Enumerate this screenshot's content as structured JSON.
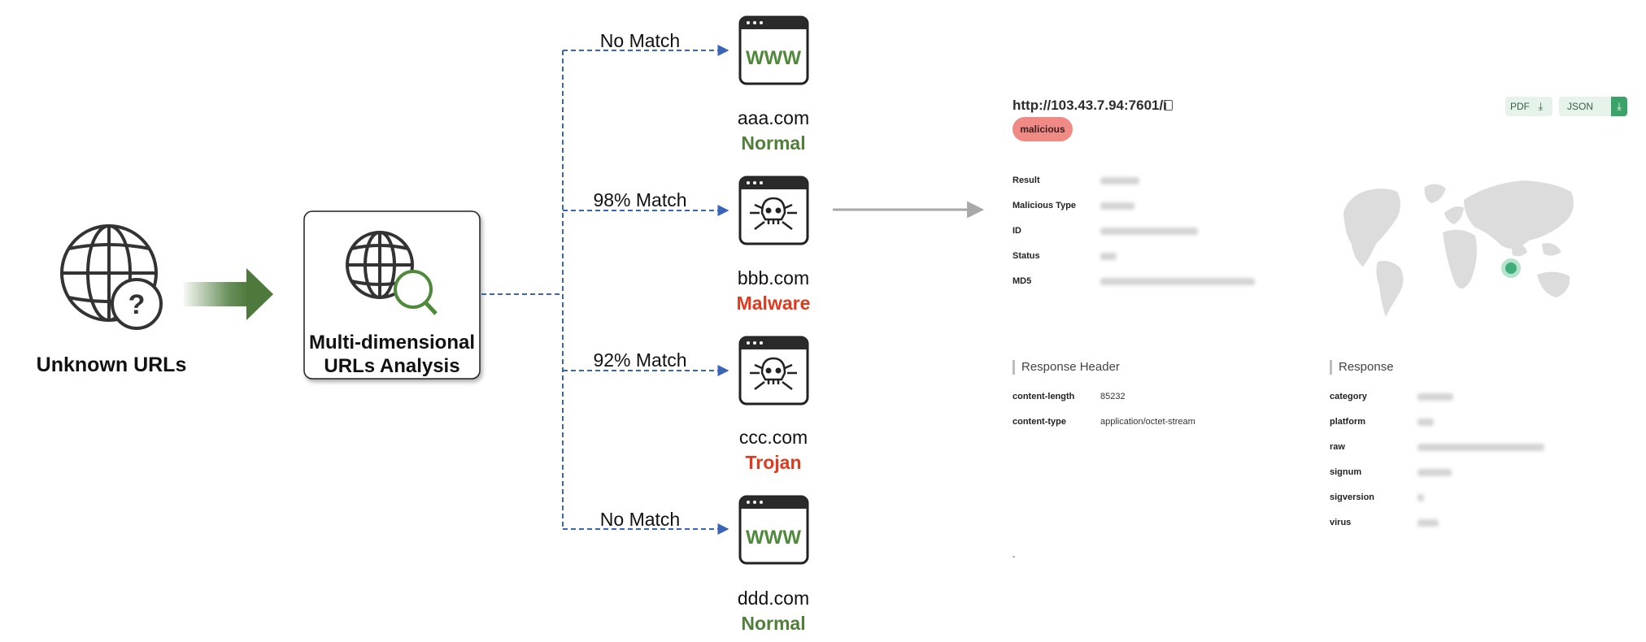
{
  "left": {
    "unknown_label": "Unknown URLs",
    "analysis_label_line1": "Multi-dimensional",
    "analysis_label_line2": "URLs Analysis"
  },
  "branches": [
    {
      "match": "No Match",
      "icon": "www-browser-icon",
      "icon_text": "WWW",
      "domain": "aaa.com",
      "verdict": "Normal",
      "verdict_color": "#4f7f39"
    },
    {
      "match": "98% Match",
      "icon": "skull-browser-icon",
      "domain": "bbb.com",
      "verdict": "Malware",
      "verdict_color": "#e03a1e"
    },
    {
      "match": "92% Match",
      "icon": "skull-browser-icon",
      "domain": "ccc.com",
      "verdict": "Trojan",
      "verdict_color": "#e03a1e"
    },
    {
      "match": "No Match",
      "icon": "www-browser-icon",
      "icon_text": "WWW",
      "domain": "ddd.com",
      "verdict": "Normal",
      "verdict_color": "#4f7f39"
    }
  ],
  "colors": {
    "dashed_line": "#3a64b8",
    "arrow_fill": "#4d7a3c",
    "gray_arrow": "#a8a8a8",
    "badge": "#f08a85",
    "map_land": "#dcdcdc",
    "map_dot": "#5cc08f"
  },
  "report": {
    "url": "http://103.43.7.94:7601/i",
    "badge": "malicious",
    "pdf_label": "PDF",
    "json_label": "JSON",
    "fields": [
      "Result",
      "Malicious Type",
      "ID",
      "Status",
      "MD5"
    ],
    "response_header_title": "Response Header",
    "response_header": [
      {
        "key": "content-length",
        "value": "85232"
      },
      {
        "key": "content-type",
        "value": "application/octet-stream"
      }
    ],
    "response_title": "Response",
    "response_fields": [
      "category",
      "platform",
      "raw",
      "signum",
      "sigversion",
      "virus"
    ],
    "footer_mark": "-"
  }
}
